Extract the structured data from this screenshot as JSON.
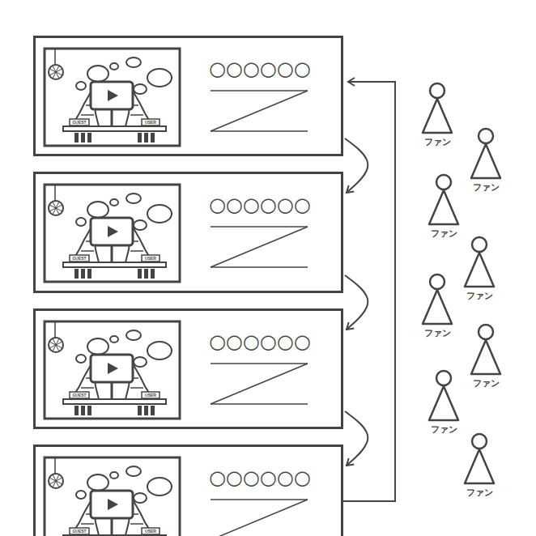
{
  "diagram": {
    "nodes": [
      {
        "text": [
          "○○○○○○"
        ]
      },
      {
        "text": [
          "○○○○○○"
        ]
      },
      {
        "text": [
          "○○○○○○"
        ]
      },
      {
        "text": [
          "○○○○○○"
        ]
      }
    ],
    "edges": [
      {
        "from": 0,
        "to": 1,
        "arrow": "to"
      },
      {
        "from": 1,
        "to": 2,
        "arrow": "to"
      },
      {
        "from": 2,
        "to": 3,
        "arrow": "to"
      },
      {
        "from": 3,
        "to": 0,
        "arrow": "to"
      }
    ],
    "labels": [
      "ファン",
      "ファン",
      "ファン",
      "ファン",
      "ファン",
      "ファン",
      "ファン",
      "ファン",
      "GUEST",
      "USER",
      "GUEST",
      "USER",
      "GUEST",
      "USER",
      "GUEST",
      "USER"
    ]
  }
}
